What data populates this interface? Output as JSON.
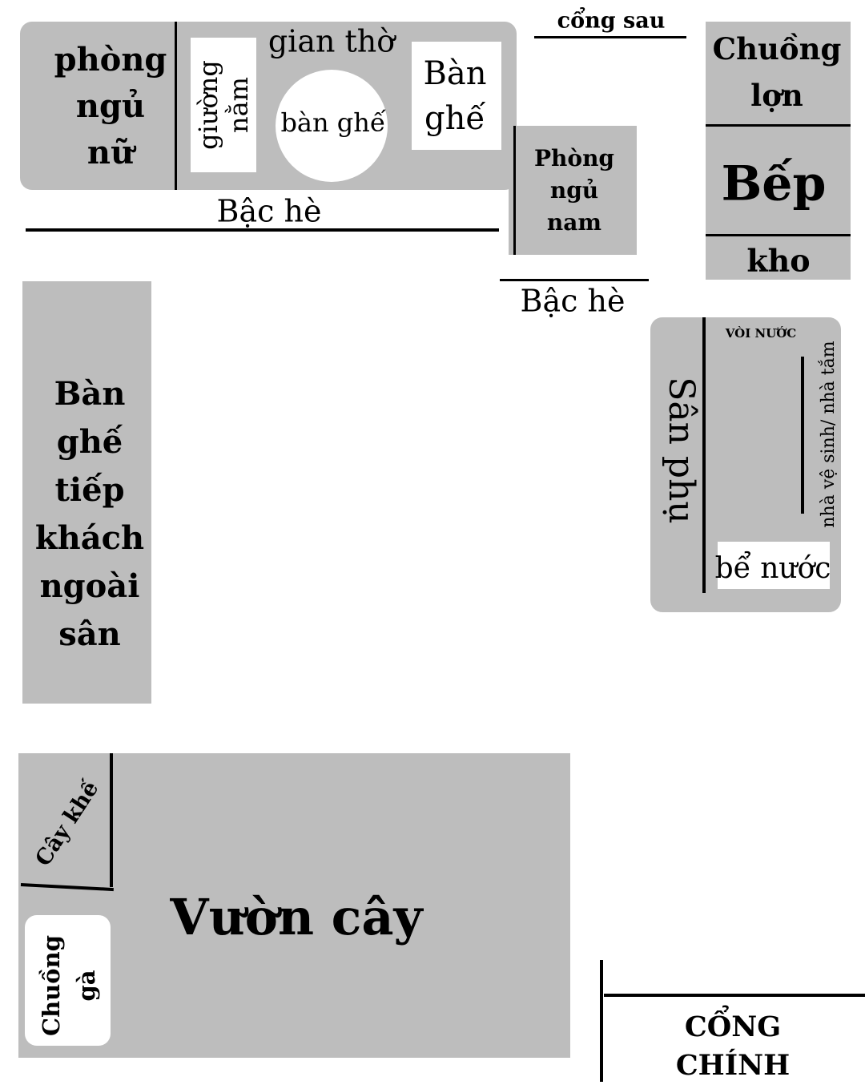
{
  "rooms": {
    "phong_ngu_nu": [
      "phòng",
      "ngủ",
      "nữ"
    ],
    "giuong_nam": [
      "giường",
      "nằm"
    ],
    "gian_tho": "gian thờ",
    "ban_ghe_tron": "bàn ghế",
    "ban_ghe": [
      "Bàn",
      "ghế"
    ],
    "bac_he_1": "Bậc hè",
    "phong_ngu_nam": [
      "Phòng",
      "ngủ",
      "nam"
    ],
    "bac_he_2": "Bậc hè",
    "cong_sau": "cổng sau",
    "chuong_lon": [
      "Chuồng",
      "lợn"
    ],
    "bep": "Bếp",
    "kho": "kho",
    "san_phu": "Sân phụ",
    "voi_nuoc": "VÒI NƯỚC",
    "nha_ve_sinh": "nhà vệ sinh/ nhà tắm",
    "be_nuoc": "bể nước",
    "ban_ghe_tiep_khach": [
      "Bàn",
      "ghế",
      "tiếp",
      "khách",
      "ngoài",
      "sân"
    ],
    "cay_khe": "Cây khế",
    "chuong_ga": [
      "Chuồng",
      "gà"
    ],
    "vuon_cay": "Vườn cây",
    "cong_chinh": [
      "CỔNG",
      "CHÍNH"
    ]
  },
  "colors": {
    "area": "#bdbdbd",
    "wall": "#000000"
  }
}
